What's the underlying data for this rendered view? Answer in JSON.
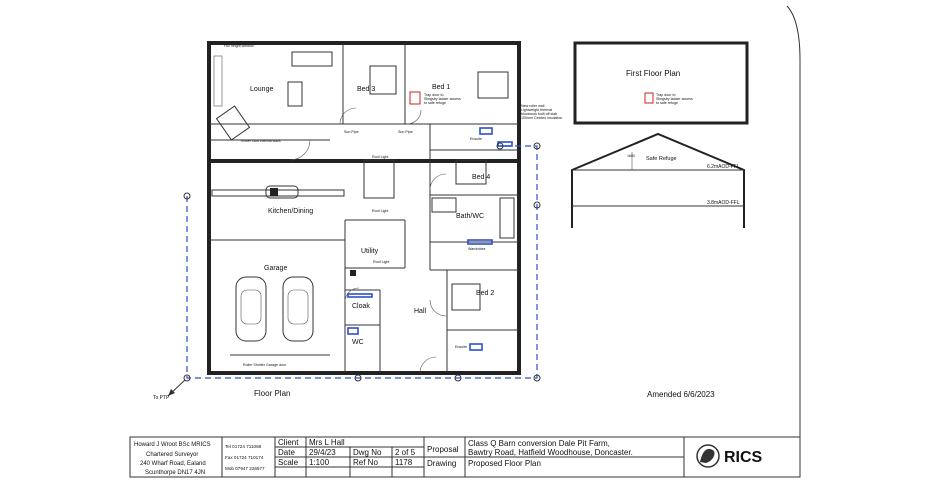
{
  "plan": {
    "rooms": {
      "lounge": "Lounge",
      "bed3": "Bed 3",
      "bed1": "Bed 1",
      "kitchen": "Kitchen/Dining",
      "utility": "Utility",
      "garage": "Garage",
      "cloak": "Cloak",
      "wc": "WC",
      "hall": "Hall",
      "bed4": "Bed 4",
      "bath": "Bath/WC",
      "bed2": "Bed 2",
      "ensuite1": "Ensuite",
      "ensuite2": "Ensuite"
    },
    "notes": {
      "full_height_window": "Full height window",
      "timber_stud": "Timber stud internal walls",
      "sun_pipe_1": "Sun Pipe",
      "sun_pipe_2": "Sun Pipe",
      "roof_light_1": "Roof Light",
      "roof_light_2": "Roof Light",
      "roof_light_3": "Roof Light",
      "trap_door_1": "Trap door to",
      "trap_door_2": "Slingsby ladder access",
      "trap_door_3": "to safe refuge",
      "insulation_1": "New roller wall",
      "insulation_2": "Lightweight thermal",
      "insulation_3": "blockwork built off slab",
      "insulation_4": "100mm Celotex insulation",
      "wardrobes": "Wardrobes",
      "roller_door": "Roller Shutter Garage door"
    },
    "title": "Floor Plan",
    "pointer": "To PTP"
  },
  "first_floor": {
    "title": "First Floor Plan",
    "note_1": "Trap door to",
    "note_2": "Slingsby ladder access",
    "note_3": "to safe refuge"
  },
  "section": {
    "refuge": "Safe Refuge",
    "dim": "1600",
    "level_upper": "6.2mAOD-FFL",
    "level_lower": "3.8mAOD-FFL"
  },
  "amended": "Amended 6/6/2023",
  "title_block": {
    "surveyor": {
      "name": "Howard J Wroot BSc MRICS",
      "role": "Chartered Surveyor",
      "address_1": "240 Wharf Road, Ealand",
      "address_2": "Scunthorpe DN17 4JN"
    },
    "contacts": {
      "tel": "Tel 01724 711068",
      "fax": "Fax 01724 710174",
      "mob": "Mob 07947 226577"
    },
    "client_label": "Client",
    "client_value": "Mrs L Hall",
    "date_label": "Date",
    "date_value": "29/4/23",
    "dwg_label": "Dwg No",
    "dwg_value": "2 of 5",
    "scale_label": "Scale",
    "scale_value": "1:100",
    "ref_label": "Ref No",
    "ref_value": "1178",
    "proposal_label": "Proposal",
    "proposal_line_1": "Class Q Barn conversion Dale Pit Farm,",
    "proposal_line_2": "Bawtry Road, Hatfield Woodhouse, Doncaster.",
    "drawing_label": "Drawing",
    "drawing_value": "Proposed Floor Plan",
    "logo_text": "RICS"
  }
}
